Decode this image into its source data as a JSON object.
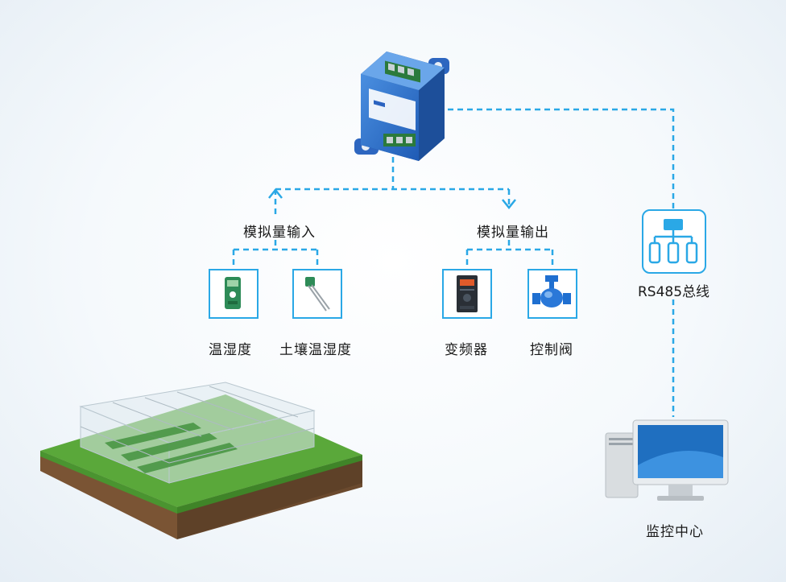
{
  "labels": {
    "analog_input": "模拟量输入",
    "analog_output": "模拟量输出",
    "rs485_bus": "RS485总线",
    "temp_humidity": "温湿度",
    "soil_temp_humidity": "土壤温湿度",
    "inverter": "变频器",
    "control_valve": "控制阀",
    "monitoring_center": "监控中心"
  },
  "colors": {
    "accent": "#2aa8e6",
    "device_blue": "#2f74d0",
    "device_dark": "#1d4f9a",
    "grass": "#5aa83a"
  },
  "icons": [
    "io-module-icon",
    "temp-humidity-sensor-icon",
    "soil-probe-icon",
    "inverter-icon",
    "valve-icon",
    "network-topology-icon",
    "computer-icon",
    "greenhouse-icon"
  ]
}
